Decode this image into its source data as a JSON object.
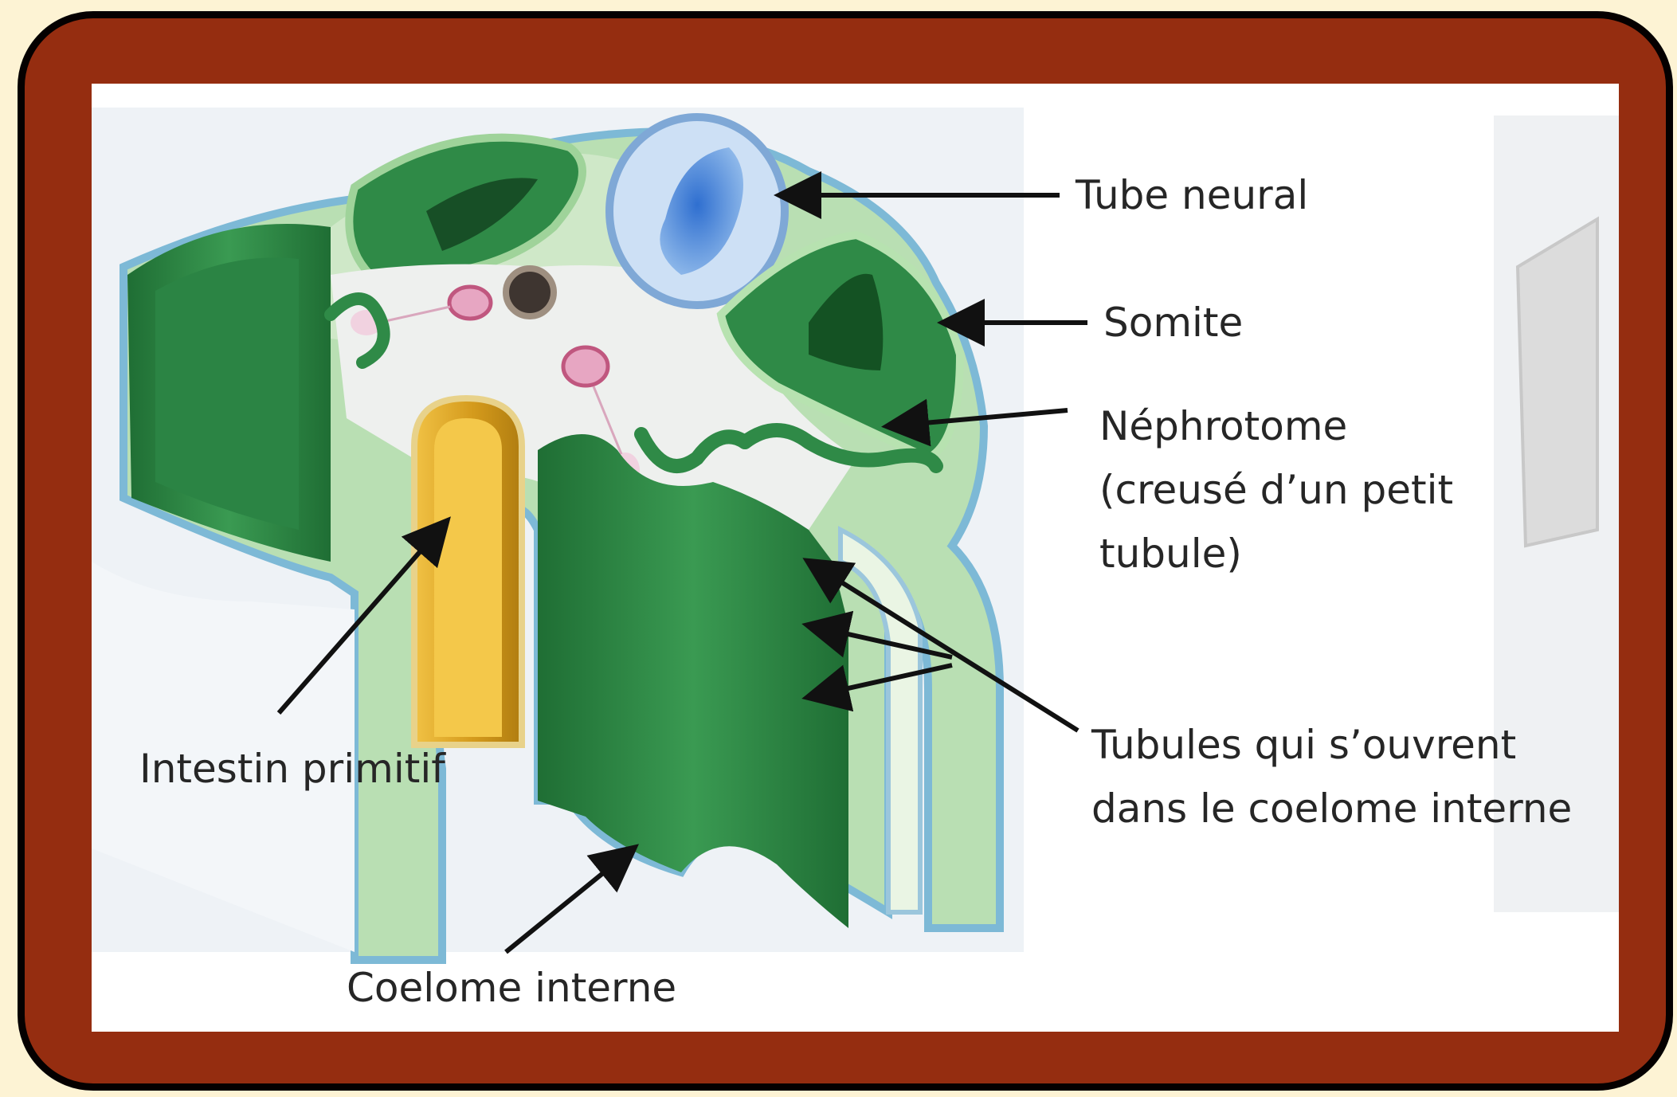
{
  "labels": {
    "tube_neural": "Tube neural",
    "somite": "Somite",
    "nephrotome": [
      "Néphrotome",
      "(creusé d’un petit",
      "tubule)"
    ],
    "tubules": [
      "Tubules qui s’ouvrent",
      "dans le coelome interne"
    ],
    "intestin": "Intestin primitif",
    "coelome": "Coelome interne"
  },
  "colors": {
    "frame": "#952d10",
    "frame_border": "#050000",
    "page_background": "#fdf3d4",
    "mesoderm_green": "#2f8a47",
    "mesoderm_light": "#cfe8c8",
    "neural_tube_blue": "#8bb6e6",
    "gut_gold": "#d8a522",
    "vessel_pink": "#e7a6c2",
    "notochord": "#3e3530"
  }
}
